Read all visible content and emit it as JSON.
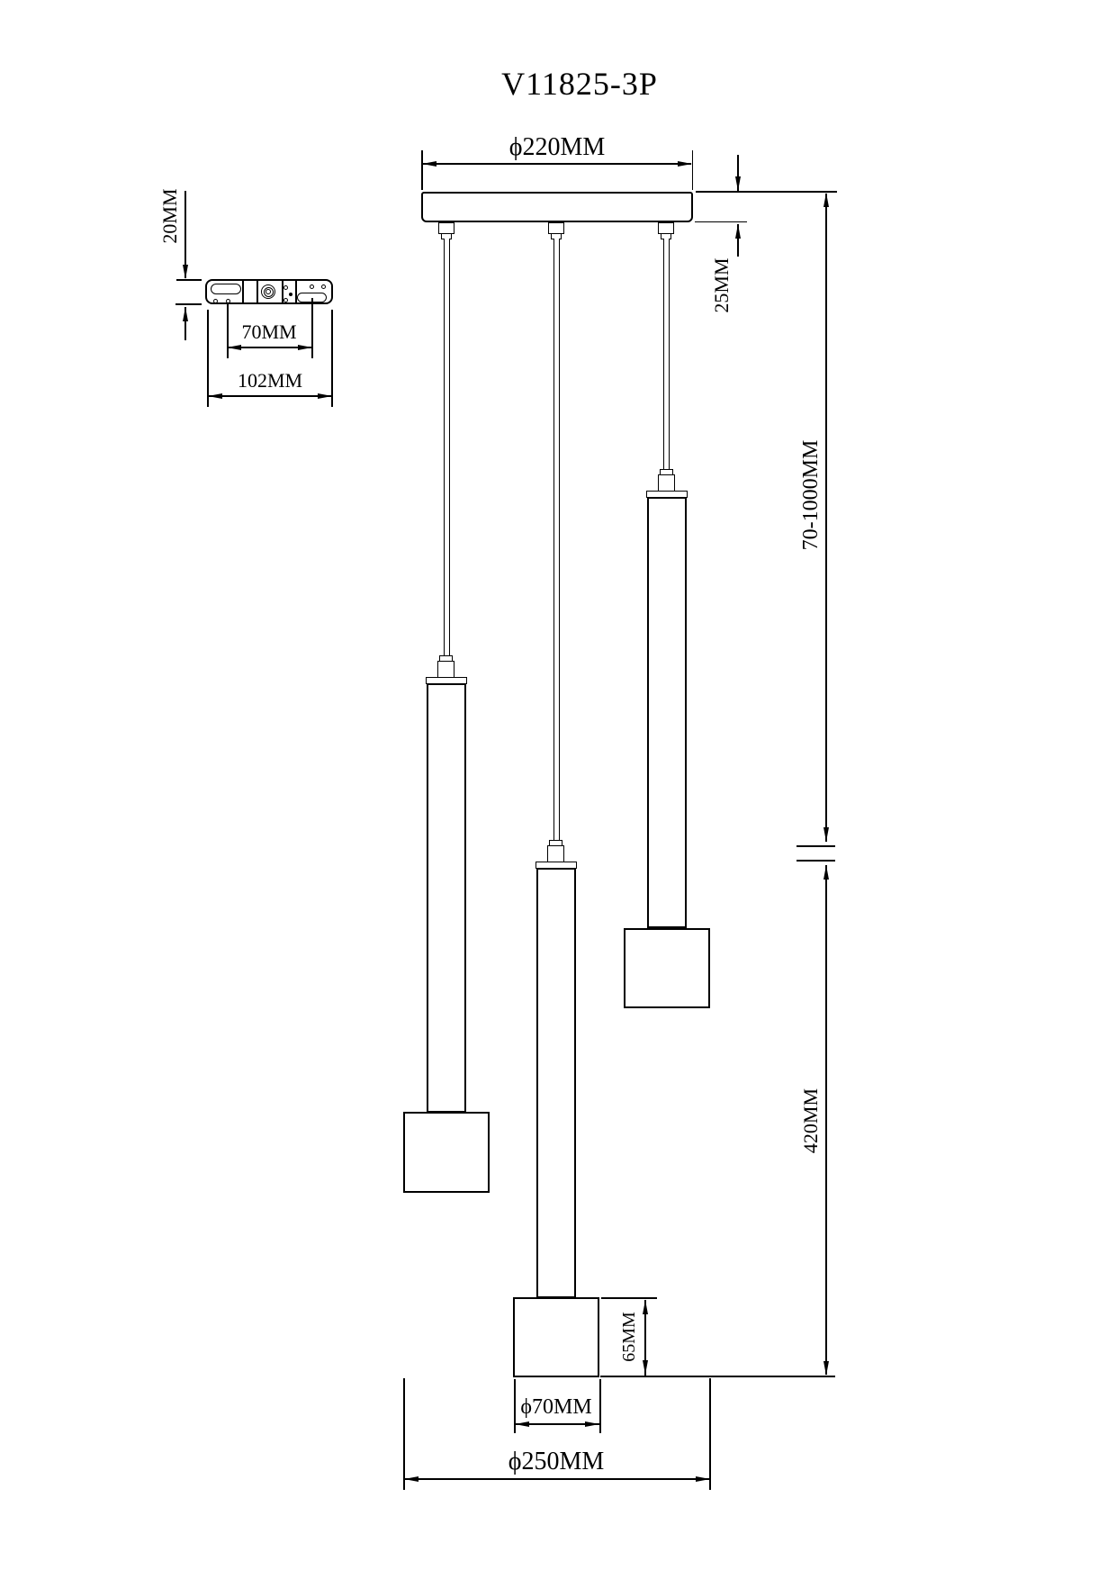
{
  "title": "V11825-3P",
  "colors": {
    "line": "#000000",
    "background": "#ffffff"
  },
  "bracket_view": {
    "height_label": "20MM",
    "slot_spacing_label": "70MM",
    "width_label": "102MM"
  },
  "main_view": {
    "canopy_diameter_label": "ϕ220MM",
    "canopy_height_label": "25MM",
    "suspension_length_label": "70-1000MM",
    "lamp_drop_label": "420MM",
    "shade_height_label": "65MM",
    "shade_diameter_label": "ϕ70MM",
    "overall_diameter_label": "ϕ250MM"
  }
}
